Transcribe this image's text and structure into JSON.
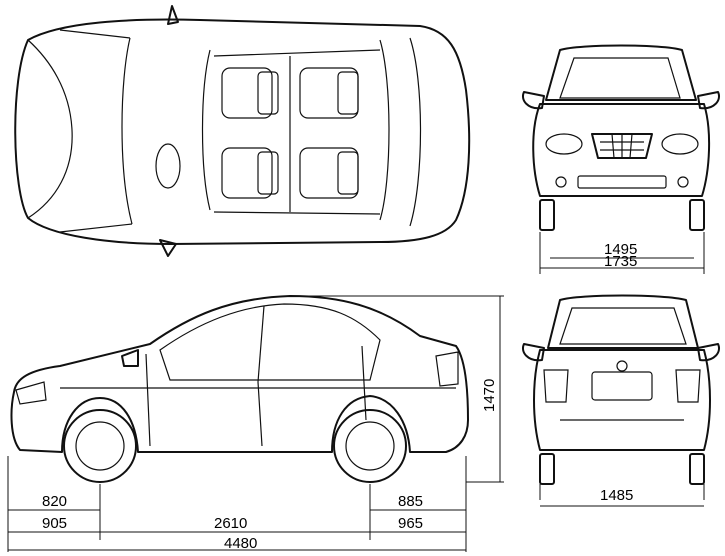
{
  "dimensions": {
    "front_track": "1495",
    "overall_width": "1735",
    "overall_height": "1470",
    "rear_track": "1485",
    "front_wheel_to_bumper": "820",
    "rear_wheel_to_bumper": "885",
    "front_overhang": "905",
    "wheelbase": "2610",
    "rear_overhang": "965",
    "overall_length": "4480"
  }
}
